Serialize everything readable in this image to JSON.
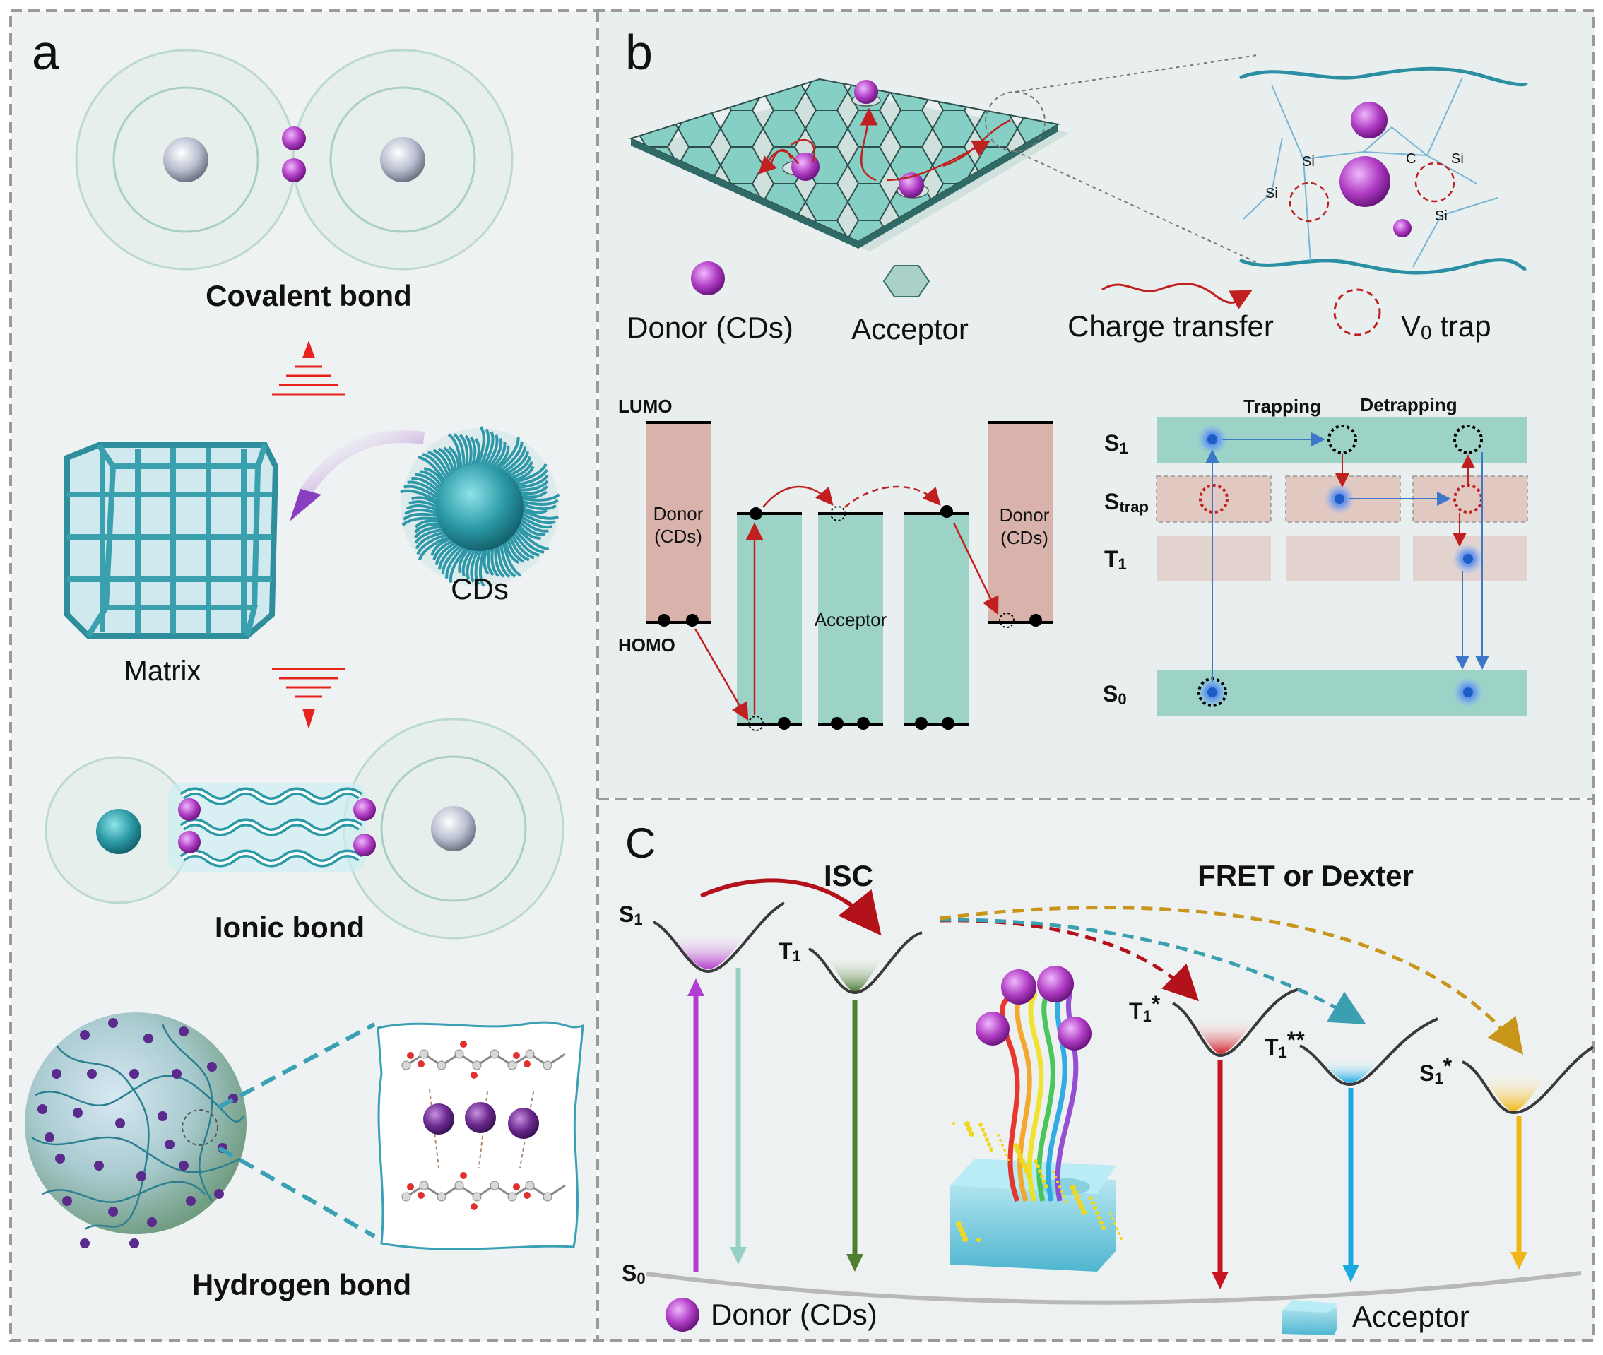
{
  "panel_a": {
    "letter": "a",
    "covalent_label": "Covalent bond",
    "matrix_label": "Matrix",
    "cds_label": "CDs",
    "ionic_label": "Ionic bond",
    "hydrogen_label": "Hydrogen bond"
  },
  "panel_b": {
    "letter": "b",
    "si_labels": [
      "Si",
      "Si",
      "Si",
      "Si"
    ],
    "c_label": "C",
    "legend": {
      "donor": "Donor (CDs)",
      "acceptor": "Acceptor",
      "charge_transfer": "Charge transfer",
      "trap_main": "V",
      "trap_sub": "0",
      "trap_suffix": " trap"
    },
    "energy": {
      "lumo": "LUMO",
      "homo": "HOMO",
      "donor_line1": "Donor",
      "donor_line2": "(CDs)",
      "acceptor": "Acceptor"
    },
    "trap_diagram": {
      "trapping": "Trapping",
      "detrapping": "Detrapping",
      "s1_main": "S",
      "s1_sub": "1",
      "strap_main": "S",
      "strap_sub": "trap",
      "t1_main": "T",
      "t1_sub": "1",
      "s0_main": "S",
      "s0_sub": "0"
    }
  },
  "panel_c": {
    "letter": "C",
    "isc": "ISC",
    "fret": "FRET or Dexter",
    "s1_main": "S",
    "s1_sub": "1",
    "t1_main": "T",
    "t1_sub": "1",
    "t1s_main": "T",
    "t1s_sub": "1",
    "t1s_sup": "*",
    "t1ss_main": "T",
    "t1ss_sub": "1",
    "t1ss_sup": "**",
    "s1s_main": "S",
    "s1s_sub": "1",
    "s1s_sup": "*",
    "s0_main": "S",
    "s0_sub": "0",
    "donor_legend": "Donor (CDs)",
    "acceptor_legend": "Acceptor"
  },
  "colors": {
    "teal": "#3aa5ad",
    "magenta": "#cf4fd8",
    "red_arrow": "#c0201f",
    "blue_arrow": "#3d78c8",
    "acceptor_fill": "#9dd3c6",
    "donor_fill": "#d8b2ab"
  }
}
